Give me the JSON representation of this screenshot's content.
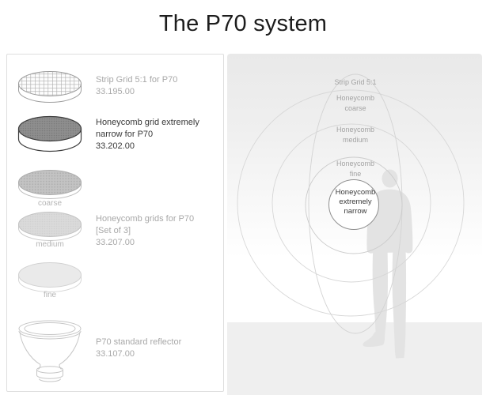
{
  "title": "The P70 system",
  "products": {
    "strip_grid": {
      "title": "Strip Grid 5:1 for P70",
      "code": "33.195.00"
    },
    "extremely_narrow": {
      "line1": "Honeycomb grid extremely",
      "line2": "narrow for P70",
      "code": "33.202.00"
    },
    "grid_set": {
      "title": "Honeycomb grids for P70",
      "subtitle": "[Set of 3]",
      "code": "33.207.00"
    },
    "reflector": {
      "title": "P70 standard reflector",
      "code": "33.107.00"
    },
    "captions": {
      "coarse": "coarse",
      "medium": "medium",
      "fine": "fine"
    }
  },
  "beam_labels": {
    "strip": {
      "line1": "Strip Grid 5:1"
    },
    "coarse": {
      "line1": "Honeycomb",
      "line2": "coarse"
    },
    "medium": {
      "line1": "Honeycomb",
      "line2": "medium"
    },
    "fine": {
      "line1": "Honeycomb",
      "line2": "fine"
    },
    "narrow": {
      "line1": "Honeycomb",
      "line2": "extremely",
      "line3": "narrow"
    }
  },
  "colors": {
    "page_bg": "#ffffff",
    "panel_border": "#dedede",
    "backdrop_top": "#e9e9e9",
    "floor": "#efefef",
    "silhouette": "#e3e3e3",
    "muted_text": "#a8a8a8",
    "dark_text": "#383838",
    "beam_line": "#d6d6d6"
  }
}
